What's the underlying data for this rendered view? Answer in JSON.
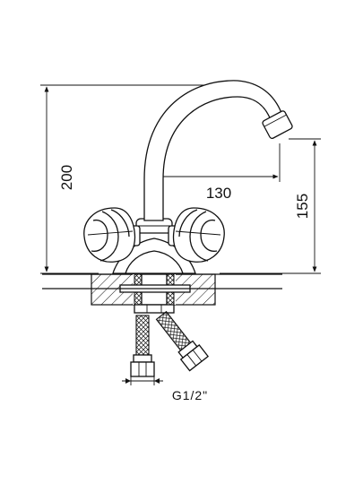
{
  "dimensions": {
    "height_total": "200",
    "reach": "130",
    "spout_height": "155"
  },
  "thread_label": "G1/2\""
}
